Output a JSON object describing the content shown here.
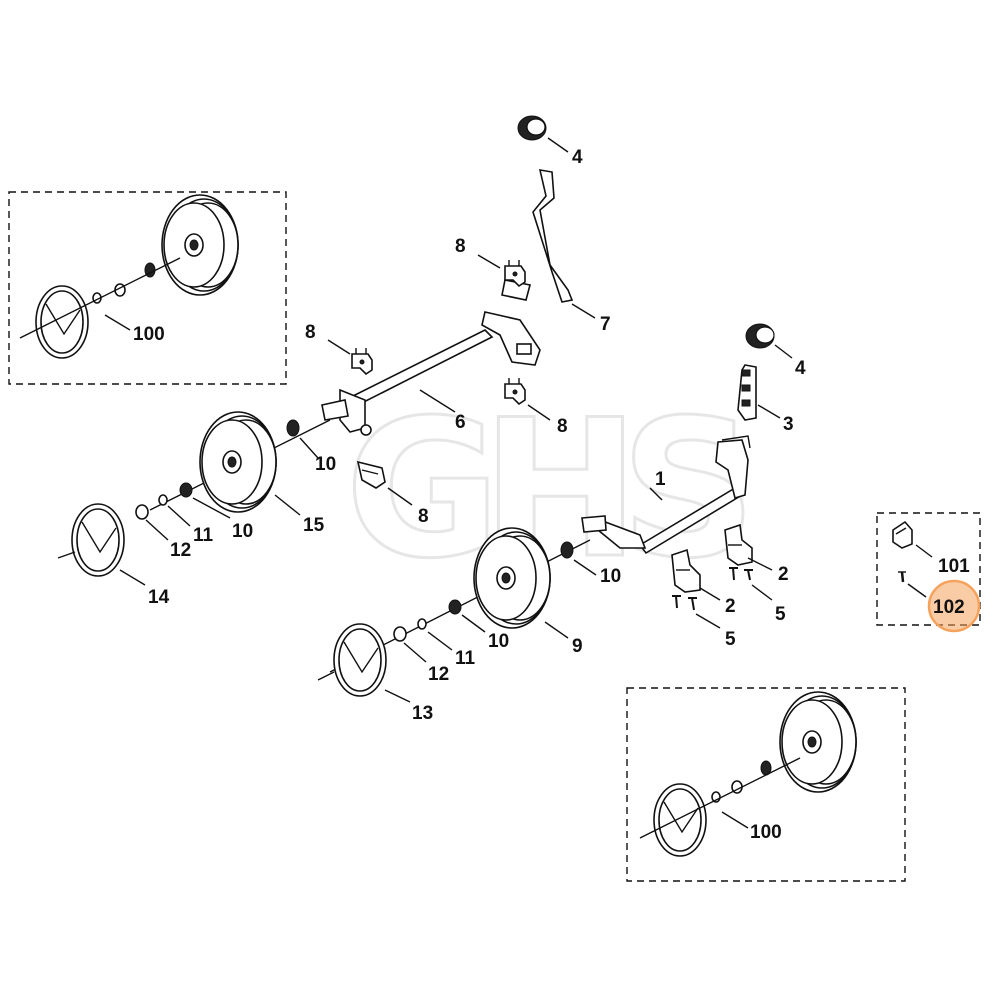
{
  "watermark": "GHS",
  "highlight_color": "#f5a25d",
  "callouts": {
    "c1": "1",
    "c2a": "2",
    "c2b": "2",
    "c3": "3",
    "c4a": "4",
    "c4b": "4",
    "c5a": "5",
    "c5b": "5",
    "c6": "6",
    "c7": "7",
    "c8a": "8",
    "c8b": "8",
    "c8c": "8",
    "c8d": "8",
    "c9": "9",
    "c10a": "10",
    "c10b": "10",
    "c10c": "10",
    "c10d": "10",
    "c11a": "11",
    "c11b": "11",
    "c12a": "12",
    "c12b": "12",
    "c13": "13",
    "c14": "14",
    "c15": "15",
    "c100a": "100",
    "c100b": "100",
    "c101": "101",
    "c102": "102"
  }
}
